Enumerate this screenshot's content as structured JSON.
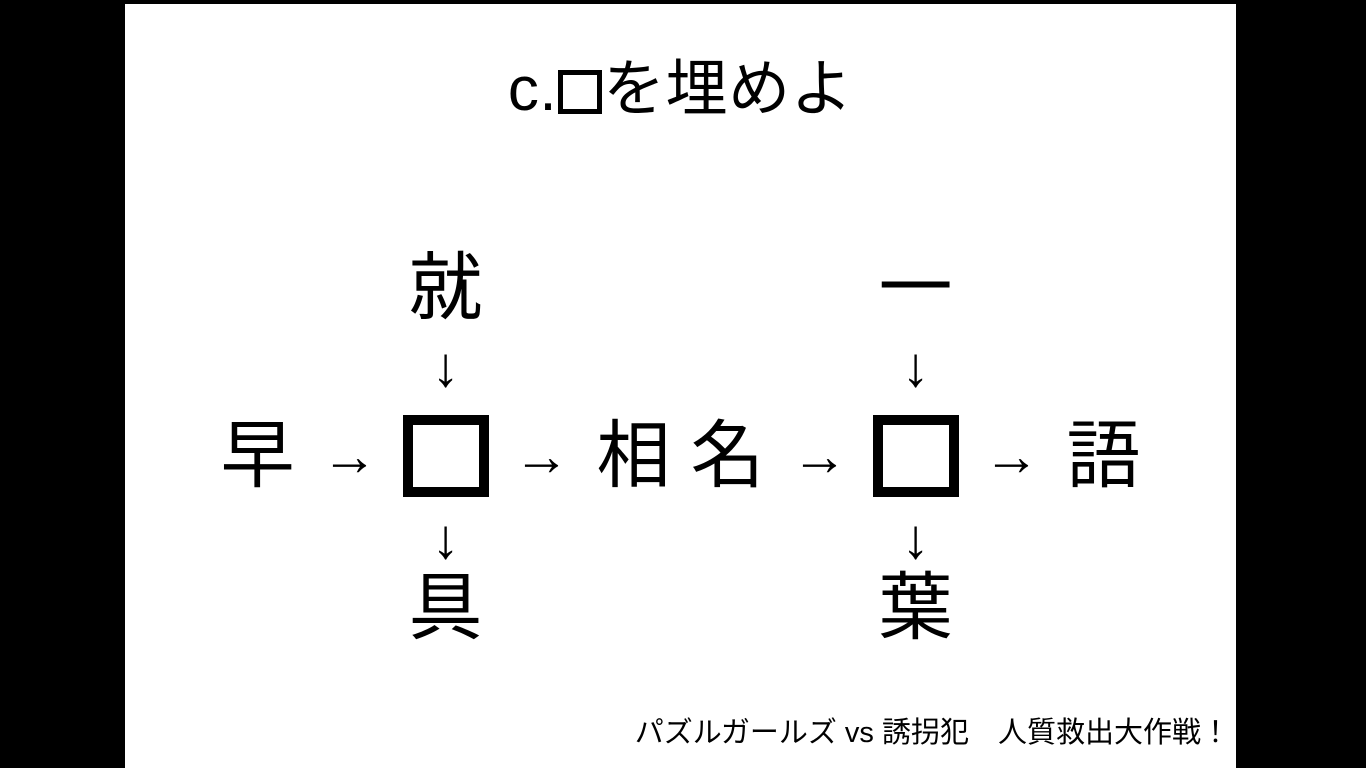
{
  "slide": {
    "title_prefix": "c.",
    "title_box_glyph": "box-outline",
    "title_suffix": "を埋めよ",
    "title_full": "c.□を埋めよ",
    "background_color": "#ffffff",
    "text_color": "#000000",
    "letterbox_color": "#000000"
  },
  "puzzles": [
    {
      "id": "puzzle-left",
      "top": "就",
      "left": "早",
      "center": "",
      "center_placeholder": "□",
      "right": "相",
      "bottom": "具",
      "arrow_down": "↓",
      "arrow_right": "→"
    },
    {
      "id": "puzzle-right",
      "top": "一",
      "left": "名",
      "center": "",
      "center_placeholder": "□",
      "right": "語",
      "bottom": "葉",
      "arrow_down": "↓",
      "arrow_right": "→"
    }
  ],
  "footer": {
    "text": "パズルガールズ vs 誘拐犯　人質救出大作戦！"
  }
}
